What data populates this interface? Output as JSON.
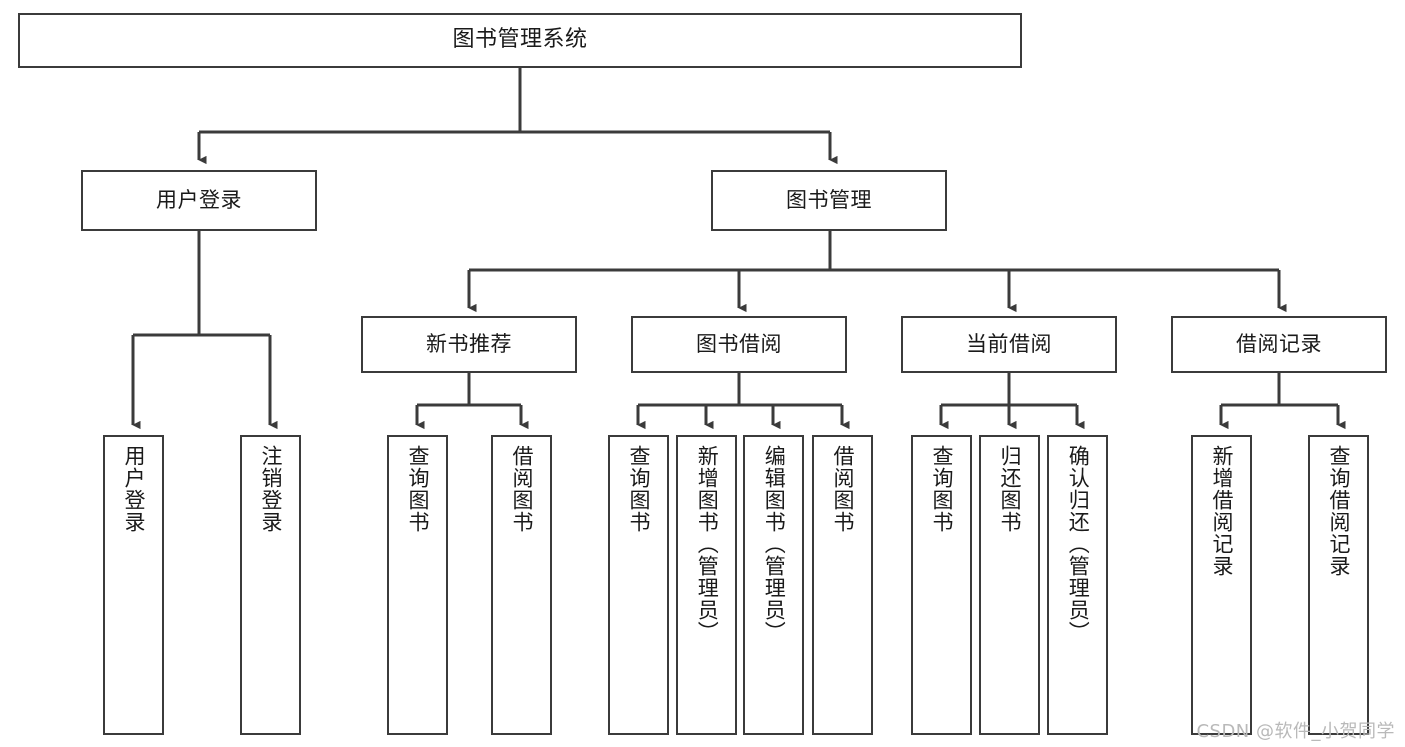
{
  "diagram": {
    "title": "图书管理系统",
    "type": "tree-hierarchy-chart",
    "watermark": "CSDN @软件_小贺同学",
    "colors": {
      "box_border": "#3b3b3b",
      "box_fill": "#ffffff",
      "connector": "#3b3b3b",
      "text": "#1a1a1a",
      "watermark": "#b9b9b9",
      "background": "#ffffff"
    }
  },
  "root": {
    "label": "图书管理系统"
  },
  "level1": [
    {
      "label": "用户登录"
    },
    {
      "label": "图书管理"
    }
  ],
  "level2": [
    {
      "label": "新书推荐"
    },
    {
      "label": "图书借阅"
    },
    {
      "label": "当前借阅"
    },
    {
      "label": "借阅记录"
    }
  ],
  "leaves": {
    "user_login": [
      {
        "label": "用户登录"
      },
      {
        "label": "注销登录"
      }
    ],
    "new_book_recommend": [
      {
        "label": "查询图书"
      },
      {
        "label": "借阅图书"
      }
    ],
    "book_borrow": [
      {
        "label": "查询图书"
      },
      {
        "label": "新增图书（管理员）"
      },
      {
        "label": "编辑图书（管理员）"
      },
      {
        "label": "借阅图书"
      }
    ],
    "current_borrow": [
      {
        "label": "查询图书"
      },
      {
        "label": "归还图书"
      },
      {
        "label": "确认归还（管理员）"
      }
    ],
    "borrow_record": [
      {
        "label": "新增借阅记录"
      },
      {
        "label": "查询借阅记录"
      }
    ]
  }
}
